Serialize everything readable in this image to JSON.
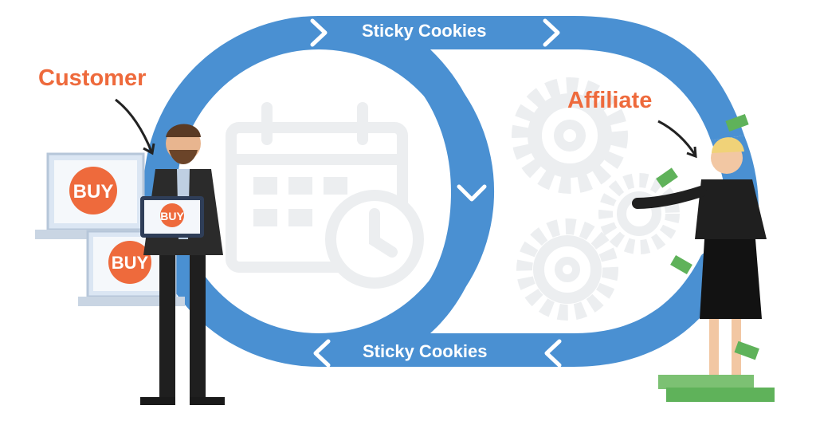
{
  "labels": {
    "customer": "Customer",
    "affiliate": "Affiliate",
    "top_track": "Sticky Cookies",
    "bottom_track": "Sticky Cookies",
    "buy_1": "BUY",
    "buy_2": "BUY",
    "buy_3": "BUY"
  },
  "colors": {
    "loop_blue": "#4a90d2",
    "accent_orange": "#ee6a3c",
    "background_icons": "#eceef0",
    "money_green": "#5fb25a"
  },
  "icons": [
    "calendar-clock-icon",
    "gear-icon",
    "laptop-icon",
    "tablet-icon",
    "money-icon"
  ]
}
